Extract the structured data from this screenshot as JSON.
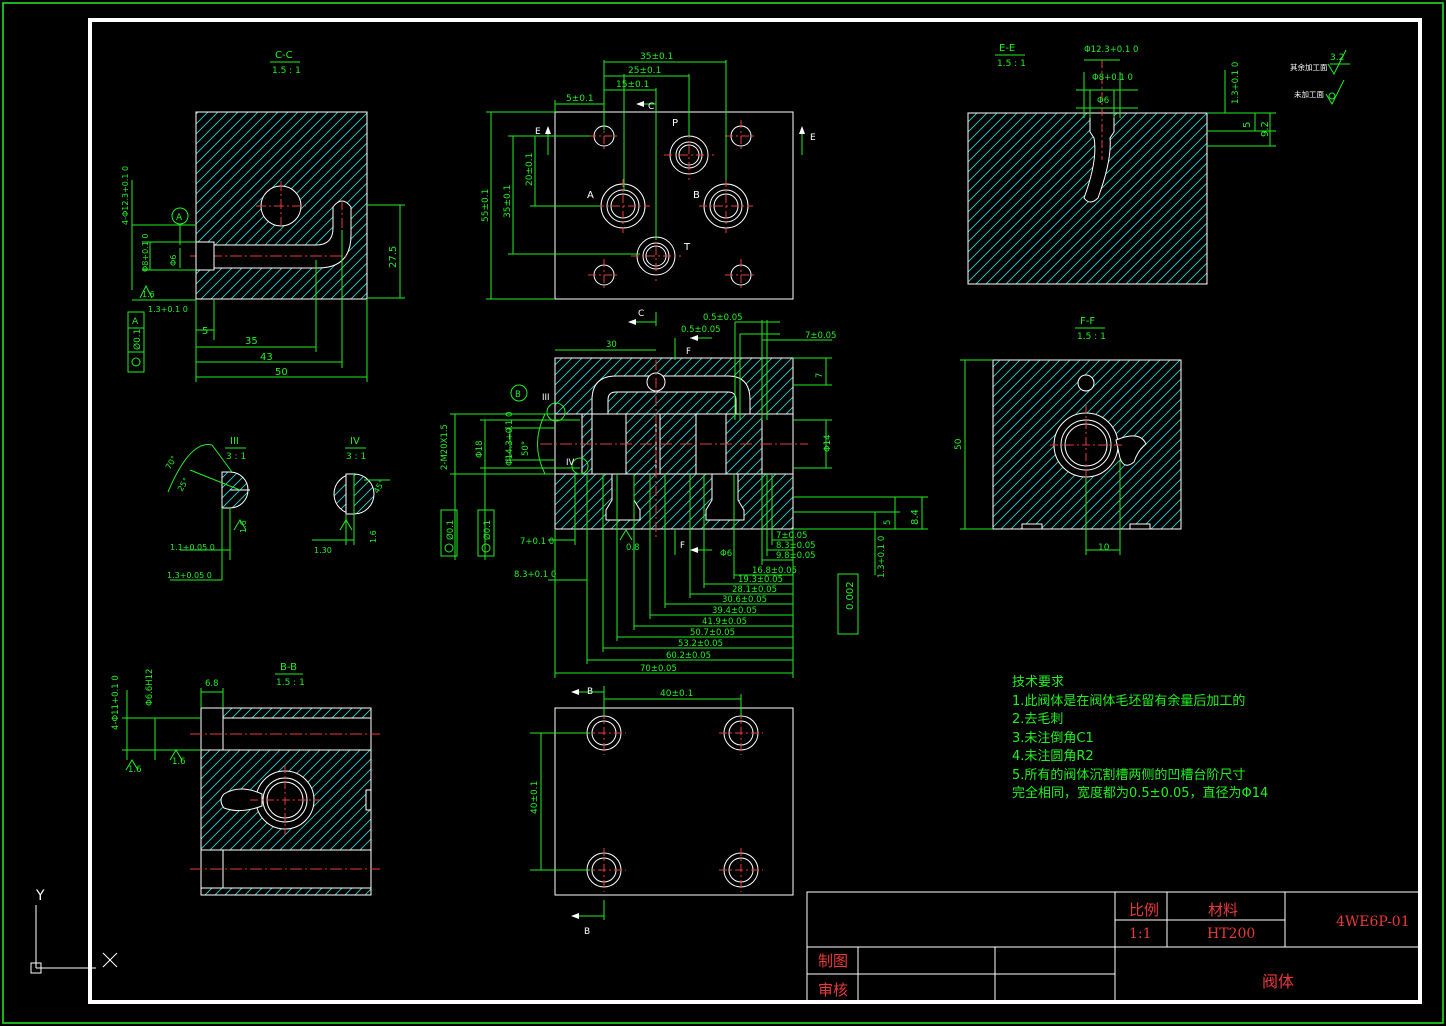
{
  "drawing": {
    "colors": {
      "background": "#000000",
      "border": "#ffffff",
      "dimension": "#22ee22",
      "center_line": "#e83a3a",
      "hatch": "#2fd0d0",
      "text_red": "#e83a3a"
    },
    "views": {
      "cc": {
        "title": "C-C",
        "scale": "1.5 : 1"
      },
      "ee": {
        "title": "E-E",
        "scale": "1.5 : 1"
      },
      "ff": {
        "title": "F-F",
        "scale": "1.5 : 1"
      },
      "bb": {
        "title": "B-B",
        "scale": "1.5 : 1"
      },
      "iii": {
        "title": "III",
        "scale": "3 : 1"
      },
      "iv": {
        "title": "IV",
        "scale": "3 : 1"
      }
    },
    "port_labels": {
      "p": "P",
      "a": "A",
      "b": "B",
      "t": "T"
    },
    "section_marks": {
      "e": "E",
      "c": "C",
      "f": "F",
      "b": "B"
    },
    "dims": {
      "cc_35": "35",
      "cc_43": "43",
      "cc_50": "50",
      "cc_5": "5",
      "cc_275": "27.5",
      "cc_d123": "4-Φ12.3+0.1 0",
      "cc_d8": "Φ8+0.1 0",
      "cc_d6": "Φ6",
      "cc_13": "1.3+0.1 0",
      "cc_ra": "1.6",
      "cc_tol": "Ø0.1",
      "cc_datum": "A",
      "top_35": "35±0.1",
      "top_25": "25±0.1",
      "top_15": "15±0.1",
      "top_5": "5±0.1",
      "top_55": "55±0.1",
      "top_35v": "35±0.1",
      "top_20": "20±0.1",
      "mid_30": "30",
      "mid_05a": "0.5±0.05",
      "mid_05b": "0.5±0.05",
      "mid_7": "7±0.05",
      "mid_7v": "7",
      "mid_m20": "2-M20X1.5",
      "mid_d18": "Φ18",
      "mid_d143": "Φ14.3+0.1 0",
      "mid_50": "50°",
      "mid_d14": "Φ14",
      "mid_5": "5",
      "mid_84": "8.4",
      "mid_13": "1.3+0.1 0",
      "mid_08": "0.8",
      "mid_d6": "Φ6",
      "mid_7a": "7+0.1 0",
      "mid_83a": "8.3+0.1 0",
      "mid_tol1": "Ø0.1",
      "mid_tol2": "Ø0.1",
      "mid_flat": "0.002",
      "stack": [
        "7±0.05",
        "8.3±0.05",
        "9.8±0.05",
        "16.8±0.05",
        "19.3±0.05",
        "28.1±0.05",
        "30.6±0.05",
        "39.4±0.05",
        "41.9±0.05",
        "50.7±0.05",
        "53.2±0.05",
        "60.2±0.05",
        "70±0.05"
      ],
      "bot_40": "40±0.1",
      "bot_40v": "40±0.1",
      "ee_d123": "Φ12.3+0.1 0",
      "ee_d8": "Φ8+0.1 0",
      "ee_d6": "Φ6",
      "ee_13": "1.3+0.1 0",
      "ee_5": "5",
      "ee_92": "9.2",
      "ff_50": "50",
      "ff_10": "10",
      "iii_70": "70°",
      "iii_25": "25°",
      "iii_11": "1.1+0.05 0",
      "iii_13": "1.3+0.05 0",
      "iii_ra": "1.6",
      "iv_45": "45°",
      "iv_130": "1.30",
      "iv_ra": "1.6",
      "bb_d11": "4-Φ11+0.1 0",
      "bb_d66": "Φ6.6H12",
      "bb_68": "6.8",
      "bb_ra1": "1.6",
      "bb_ra2": "1.6"
    },
    "surface_notes": {
      "other": "其余加工面",
      "rough": "未加工面",
      "ra": "3.2"
    },
    "balloons": {
      "a": "A",
      "b": "B",
      "iii": "III",
      "iv": "IV"
    },
    "tech_requirements": {
      "title": "技术要求",
      "items": [
        "1.此阀体是在阀体毛坯留有余量后加工的",
        "2.去毛刺",
        "3.未注倒角C1",
        "4.未注圆角R2",
        "5.所有的阀体沉割槽两侧的凹槽台阶尺寸",
        "完全相同，宽度都为0.5±0.05，直径为Φ14"
      ]
    },
    "title_block": {
      "scale_label": "比例",
      "material_label": "材料",
      "scale_value": "1:1",
      "material_value": "HT200",
      "drawing_number": "4WE6P-01",
      "drawn_label": "制图",
      "checked_label": "审核",
      "part_name": "阀体"
    },
    "ucs": {
      "y": "Y",
      "x": "X"
    }
  }
}
